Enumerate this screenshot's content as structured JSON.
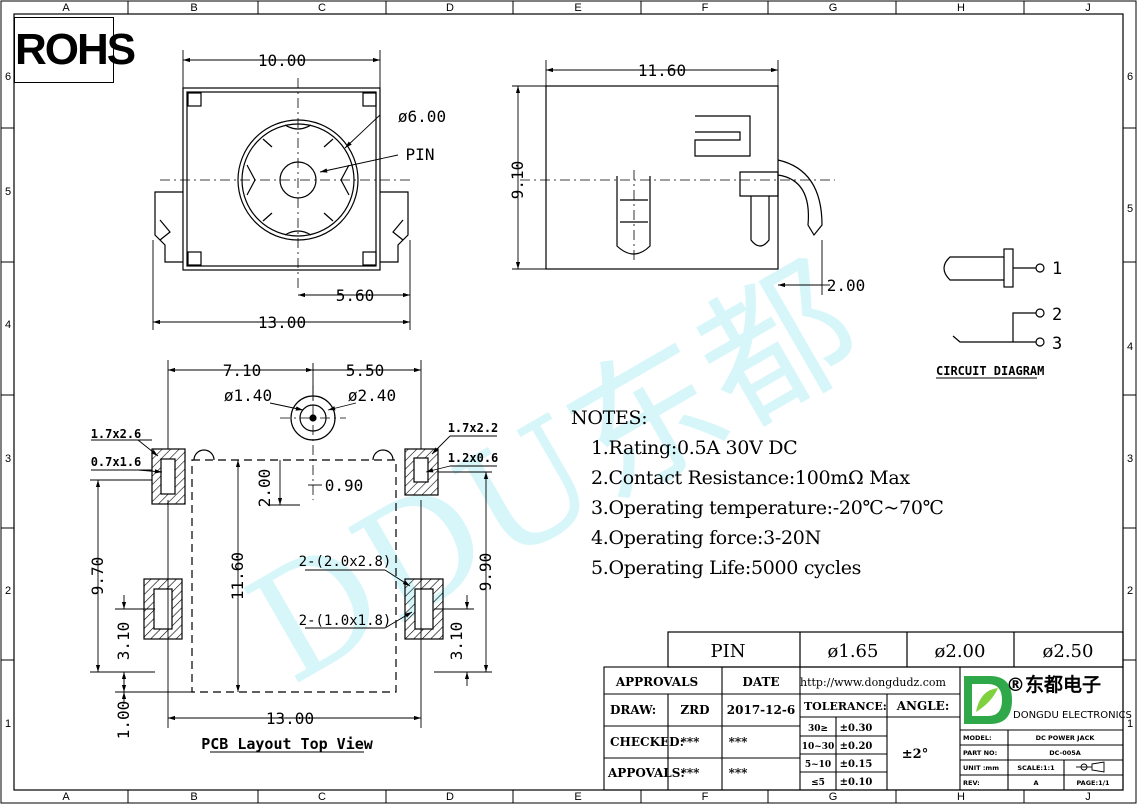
{
  "rohs": "ROHS",
  "grid": {
    "cols": [
      "A",
      "B",
      "C",
      "D",
      "E",
      "F",
      "G",
      "H",
      "J"
    ],
    "rows": [
      "6",
      "5",
      "4",
      "3",
      "2",
      "1"
    ]
  },
  "dims": {
    "top_width": "10.00",
    "hole_dia": "ø6.00",
    "pin": "PIN",
    "width_5_60": "5.60",
    "width_13": "13.00",
    "side_width": "11.60",
    "side_height": "9.10",
    "pin_offset": "2.00",
    "pcb_left": "7.10",
    "pcb_right": "5.50",
    "hole_small": "ø1.40",
    "hole_big": "ø2.40",
    "pad_tl": "1.7x2.6",
    "pad_tl2": "0.7x1.6",
    "pad_tr": "1.7x2.2",
    "pad_tr2": "1.2x0.6",
    "off_2": "2.00",
    "off_09": "0.90",
    "len_970": "9.70",
    "len_1160": "11.60",
    "len_990": "9.90",
    "slot_a": "2-(2.0x2.8)",
    "slot_b": "2-(1.0x1.8)",
    "len_310_l": "3.10",
    "len_310_r": "3.10",
    "len_100": "1.00",
    "pcb_width": "13.00"
  },
  "pcb_title": "PCB Layout Top View",
  "circuit": {
    "title": "CIRCUIT DIAGRAM",
    "p1": "1",
    "p2": "2",
    "p3": "3"
  },
  "watermark": "DDU东都",
  "notes": {
    "title": "NOTES:",
    "items": [
      "1.Rating:0.5A 30V DC",
      "2.Contact Resistance:100mΩ Max",
      "3.Operating temperature:-20℃~70℃",
      "4.Operating force:3-20N",
      "5.Operating Life:5000 cycles"
    ]
  },
  "pin_table": {
    "label": "PIN",
    "values": [
      "ø1.65",
      "ø2.00",
      "ø2.50"
    ]
  },
  "title_block": {
    "approvals": "APPROVALS",
    "date": "DATE",
    "url": "http://www.dongdudz.com",
    "draw": "DRAW:",
    "draw_by": "ZRD",
    "draw_date": "2017-12-6",
    "checked": "CHECKED:",
    "checked_by": "***",
    "checked_date": "***",
    "appovals": "APPOVALS:",
    "appovals_by": "***",
    "appovals_date": "***",
    "tolerance": "TOLERANCE:",
    "angle": "ANGLE:",
    "angle_val": "±2°",
    "tol_rows": [
      [
        "30≥",
        "±0.30"
      ],
      [
        "10~30",
        "±0.20"
      ],
      [
        "5~10",
        "±0.15"
      ],
      [
        "≤5",
        "±0.10"
      ]
    ],
    "company_cn": "®东都电子",
    "company_en": "DONGDU ELECTRONICS",
    "logo": "D",
    "model_lbl": "MODEL:",
    "model": "DC POWER JACK",
    "part_lbl": "PART NO:",
    "part": "DC-005A",
    "unit_lbl": "UNIT :mm",
    "scale": "SCALE:1:1",
    "rev_lbl": "REV:",
    "rev": "A",
    "page": "PAGE:1/1"
  }
}
